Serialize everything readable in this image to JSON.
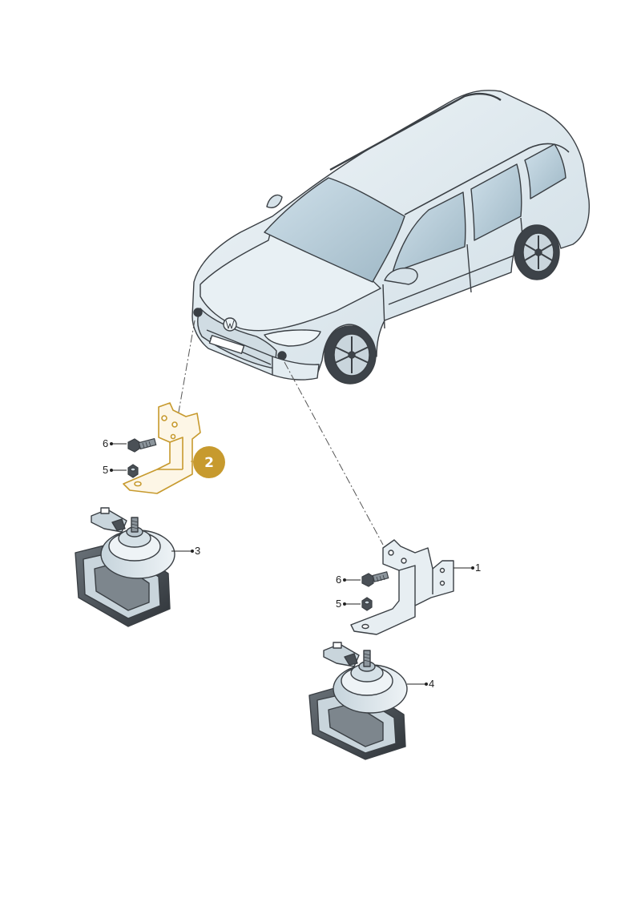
{
  "diagram": {
    "highlight_color": "#c79a2e",
    "outline_color": "#3a3f44",
    "body_color": "#dbe6ec",
    "dark_color": "#4a5056",
    "callouts": {
      "bracket_right": "1",
      "bracket_left": "2",
      "horn_left": "3",
      "horn_right": "4",
      "nut_left": "5",
      "bolt_left": "6",
      "nut_right": "5",
      "bolt_right": "6"
    }
  }
}
